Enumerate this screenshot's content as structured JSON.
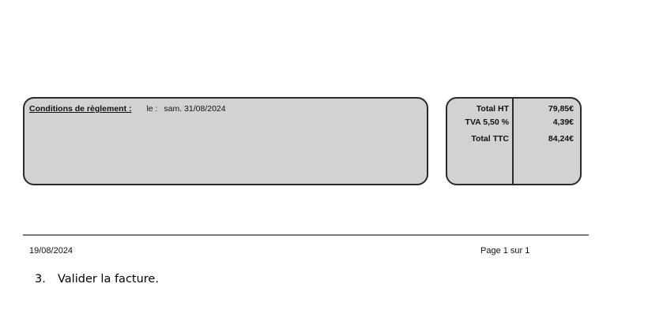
{
  "conditions": {
    "label": "Conditions de règlement :",
    "le_label": "le :",
    "date": "sam. 31/08/2024"
  },
  "totals": {
    "rows": [
      {
        "label": "Total HT",
        "value": "79,85€"
      },
      {
        "label": "TVA 5,50 %",
        "value": "4,39€"
      },
      {
        "label": "Total TTC",
        "value": "84,24€"
      }
    ]
  },
  "footer": {
    "date": "19/08/2024",
    "page": "Page 1 sur 1"
  },
  "instruction": {
    "number": "3.",
    "text": "Valider la facture."
  }
}
